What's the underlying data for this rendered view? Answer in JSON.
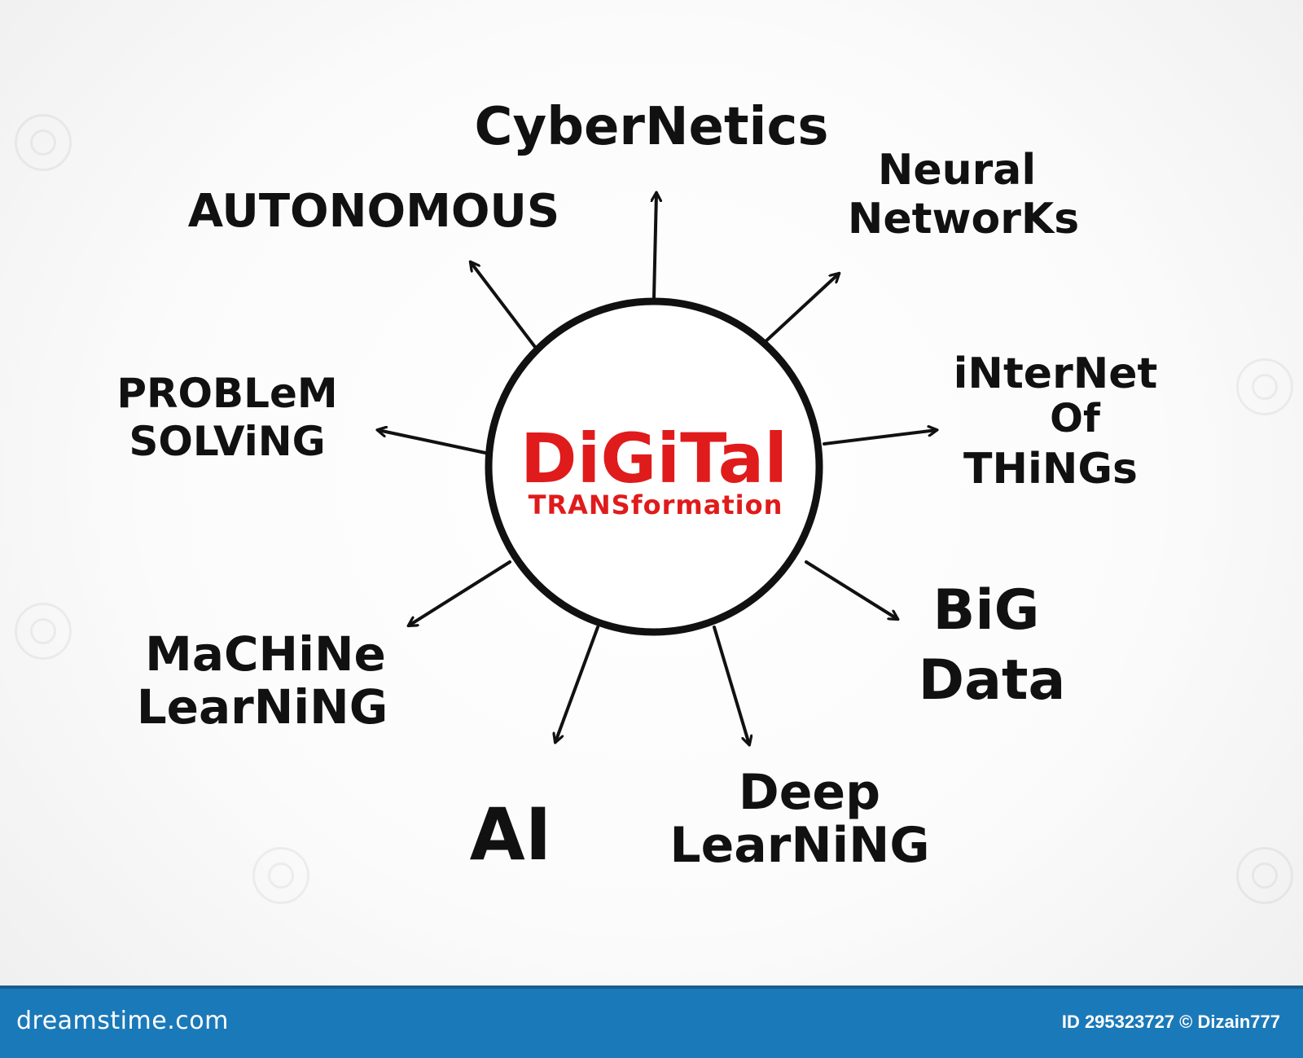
{
  "center": {
    "title": "DiGiTal",
    "subtitle": "TRANSformation",
    "title_color": "#e01b1b",
    "ring_color": "#111111"
  },
  "branches": [
    {
      "id": "cybernetics",
      "lines": [
        "CyberNetics"
      ]
    },
    {
      "id": "neural-networks",
      "lines": [
        "Neural",
        "NetworKs"
      ]
    },
    {
      "id": "internet-of-things",
      "lines": [
        "iNterNet",
        "Of",
        "THiNGs"
      ]
    },
    {
      "id": "big-data",
      "lines": [
        "BiG",
        "Data"
      ]
    },
    {
      "id": "deep-learning",
      "lines": [
        "Deep",
        "LearNiNG"
      ]
    },
    {
      "id": "ai",
      "lines": [
        "AI"
      ]
    },
    {
      "id": "machine-learning",
      "lines": [
        "MaCHiNe",
        "LearNiNG"
      ]
    },
    {
      "id": "problem-solving",
      "lines": [
        "PROBLeM",
        "SOLViNG"
      ]
    },
    {
      "id": "autonomous",
      "lines": [
        "AUTONOMOUS"
      ]
    }
  ],
  "footer": {
    "logo": "dreamstime.com",
    "id_text": "ID 295323727 © Dizain777",
    "background": "#1a79b9"
  }
}
